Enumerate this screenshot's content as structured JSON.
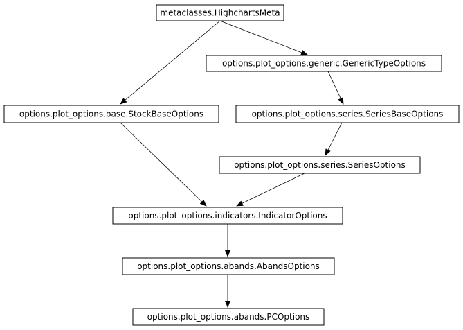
{
  "nodes": [
    {
      "id": "highcharts_meta",
      "label": "metaclasses.HighchartsMeta"
    },
    {
      "id": "generic_type_options",
      "label": "options.plot_options.generic.GenericTypeOptions"
    },
    {
      "id": "stock_base_options",
      "label": "options.plot_options.base.StockBaseOptions"
    },
    {
      "id": "series_base_options",
      "label": "options.plot_options.series.SeriesBaseOptions"
    },
    {
      "id": "series_options",
      "label": "options.plot_options.series.SeriesOptions"
    },
    {
      "id": "indicator_options",
      "label": "options.plot_options.indicators.IndicatorOptions"
    },
    {
      "id": "abands_options",
      "label": "options.plot_options.abands.AbandsOptions"
    },
    {
      "id": "pc_options",
      "label": "options.plot_options.abands.PCOptions"
    }
  ],
  "edges": [
    {
      "from": "highcharts_meta",
      "to": "generic_type_options"
    },
    {
      "from": "highcharts_meta",
      "to": "stock_base_options"
    },
    {
      "from": "generic_type_options",
      "to": "series_base_options"
    },
    {
      "from": "series_base_options",
      "to": "series_options"
    },
    {
      "from": "stock_base_options",
      "to": "indicator_options"
    },
    {
      "from": "series_options",
      "to": "indicator_options"
    },
    {
      "from": "indicator_options",
      "to": "abands_options"
    },
    {
      "from": "abands_options",
      "to": "pc_options"
    }
  ]
}
